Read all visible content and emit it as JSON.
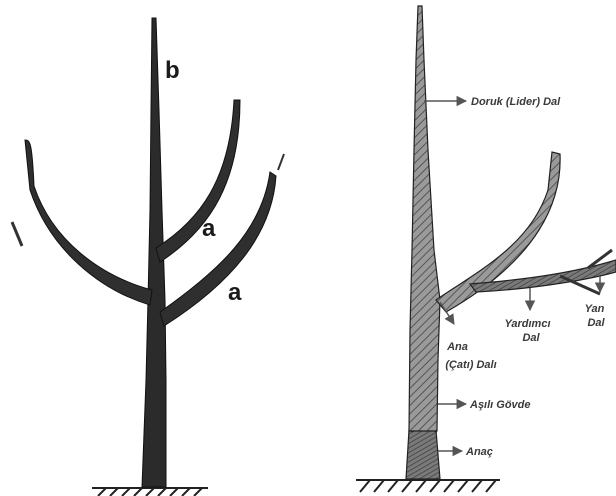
{
  "left_tree": {
    "label_b": "b",
    "label_a_upper": "a",
    "label_a_lower": "a"
  },
  "right_tree": {
    "leader": "Doruk (Lider) Dal",
    "main_branch": [
      "Ana",
      "(Çatı) Dalı"
    ],
    "helper_branch": [
      "Yardımcı",
      "Dal"
    ],
    "side_branch": [
      "Yan",
      "Dal"
    ],
    "grafted_trunk": "Aşılı Gövde",
    "rootstock": "Anaç"
  }
}
